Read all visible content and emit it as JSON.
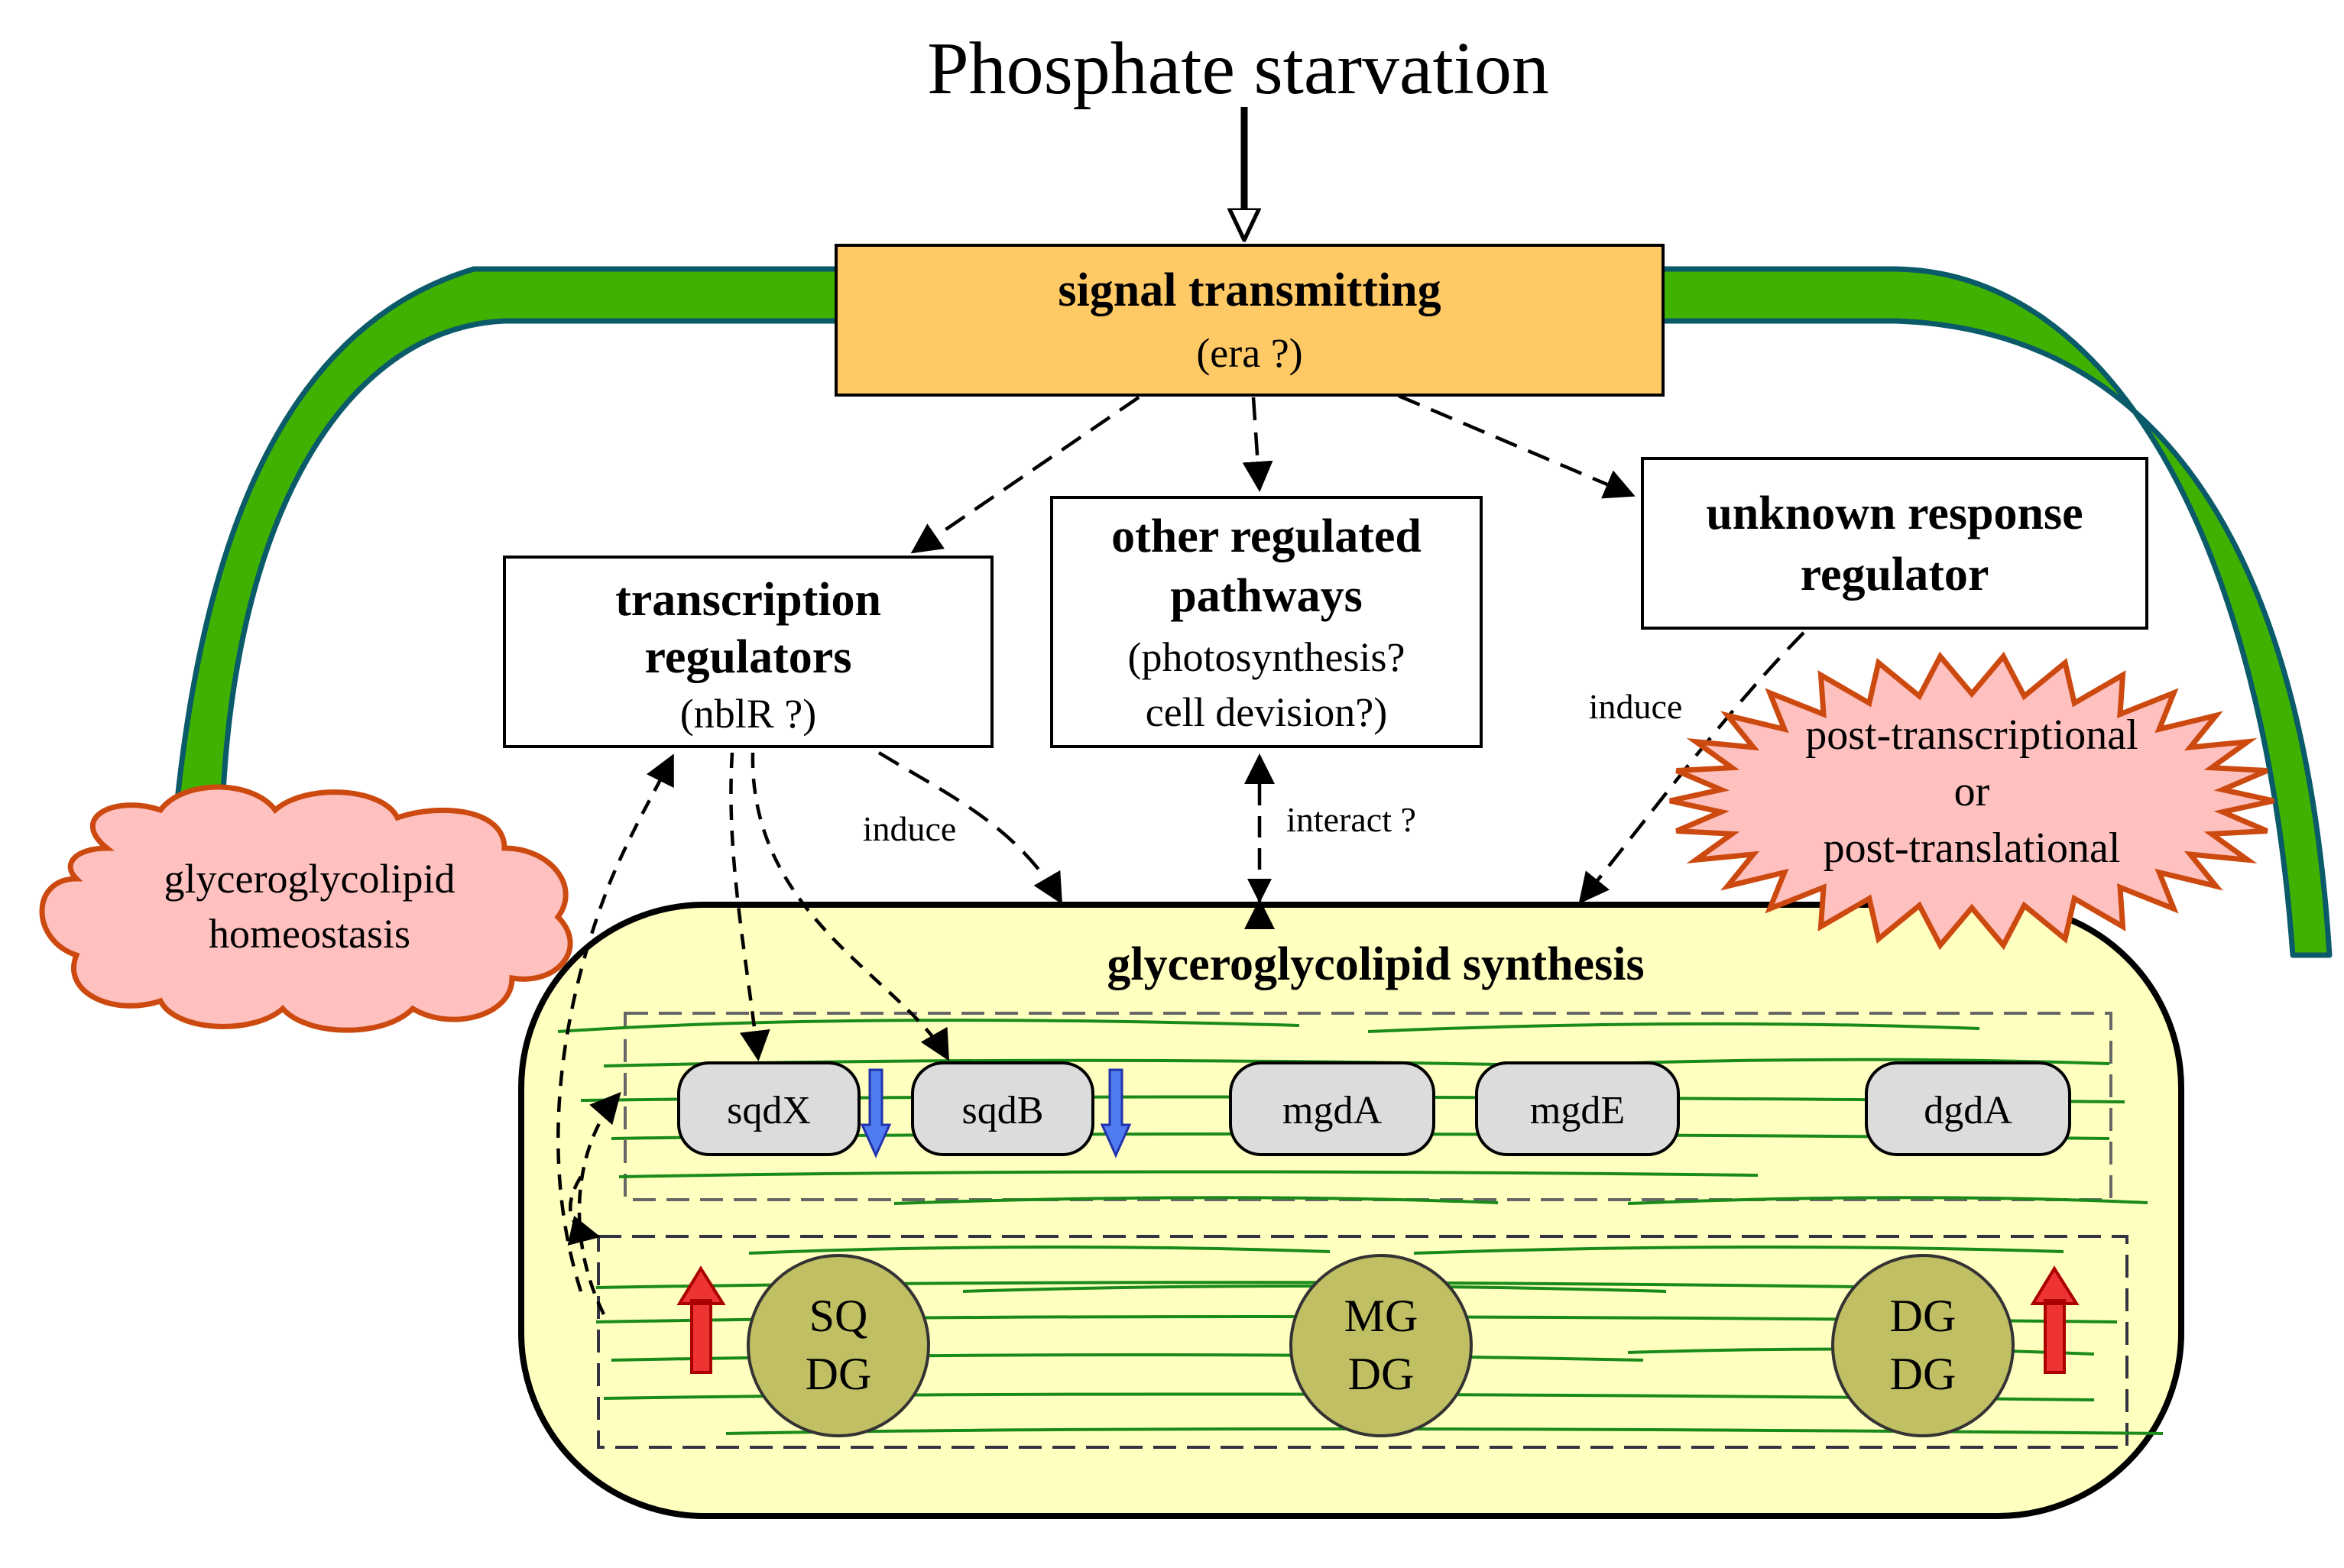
{
  "title": "Phosphate starvation",
  "signal_box": {
    "title": "signal transmitting",
    "subtitle": "(era ?)"
  },
  "transcription_box": {
    "line1": "transcription",
    "line2": "regulators",
    "subtitle": "(nblR ?)"
  },
  "other_box": {
    "line1": "other regulated",
    "line2": "pathways",
    "sub1": "(photosynthesis?",
    "sub2": "cell devision?)"
  },
  "unknown_box": {
    "line1": "unknown response",
    "line2": "regulator"
  },
  "labels": {
    "induce_left": "induce",
    "interact": "interact ?",
    "induce_right": "induce"
  },
  "cloud": {
    "line1": "glyceroglycolipid",
    "line2": "homeostasis"
  },
  "burst": {
    "line1": "post-transcriptional",
    "line2": "or",
    "line3": "post-translational"
  },
  "synthesis": {
    "title": "glyceroglycolipid synthesis"
  },
  "genes": [
    "sqdX",
    "sqdB",
    "mgdA",
    "mgdE",
    "dgdA"
  ],
  "lipids": [
    {
      "line1": "SQ",
      "line2": "DG"
    },
    {
      "line1": "MG",
      "line2": "DG"
    },
    {
      "line1": "DG",
      "line2": "DG"
    }
  ],
  "colors": {
    "membrane": "#3fb200",
    "membrane_edge": "#0a5a6a",
    "signal_fill": "#ffc966",
    "synthesis_fill": "#ffffc0",
    "cloud_fill": "#ffc0c0",
    "cloud_edge": "#cc4a10",
    "gene_fill": "#dcdcdc",
    "lipid_fill": "#c0bf63",
    "up_arrow": "#ee3333",
    "down_arrow": "#4f7cf0",
    "squiggle": "#1a8a1a"
  }
}
